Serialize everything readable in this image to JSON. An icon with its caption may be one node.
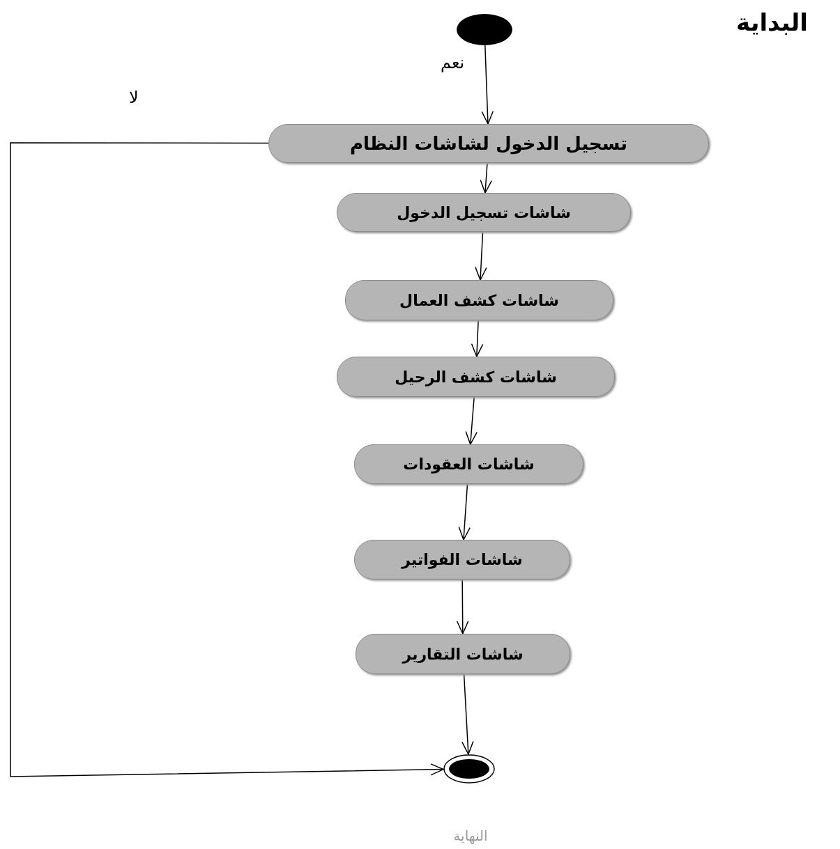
{
  "diagram": {
    "nodes": [
      {
        "text": [],
        "shape": "circle"
      },
      {
        "text": [
          "تسجيل الدخول لشاشات النظام"
        ]
      },
      {
        "text": [
          "شاشات تسجيل الدخول"
        ]
      },
      {
        "text": [
          "شاشات كشف العمال"
        ]
      },
      {
        "text": [
          "شاشات كشف الرحيل"
        ]
      },
      {
        "text": [
          "شاشات العقودات"
        ]
      },
      {
        "text": [
          "شاشات الفواتير"
        ]
      },
      {
        "text": [
          "شاشات التقارير"
        ]
      },
      {
        "text": [],
        "shape": "circle"
      }
    ],
    "edges": [
      {
        "from": 0,
        "to": 1,
        "arrow": "to",
        "label": "نعم"
      },
      {
        "from": 1,
        "to": 2,
        "arrow": "to"
      },
      {
        "from": 2,
        "to": 3,
        "arrow": "to"
      },
      {
        "from": 3,
        "to": 4,
        "arrow": "to"
      },
      {
        "from": 4,
        "to": 5,
        "arrow": "to"
      },
      {
        "from": 5,
        "to": 6,
        "arrow": "to"
      },
      {
        "from": 6,
        "to": 7,
        "arrow": "to"
      },
      {
        "from": 7,
        "to": 8,
        "arrow": "to"
      },
      {
        "from": 1,
        "to": 8,
        "arrow": "to",
        "label": "لا"
      }
    ],
    "labels": [
      "البداية",
      "النهاية"
    ]
  }
}
